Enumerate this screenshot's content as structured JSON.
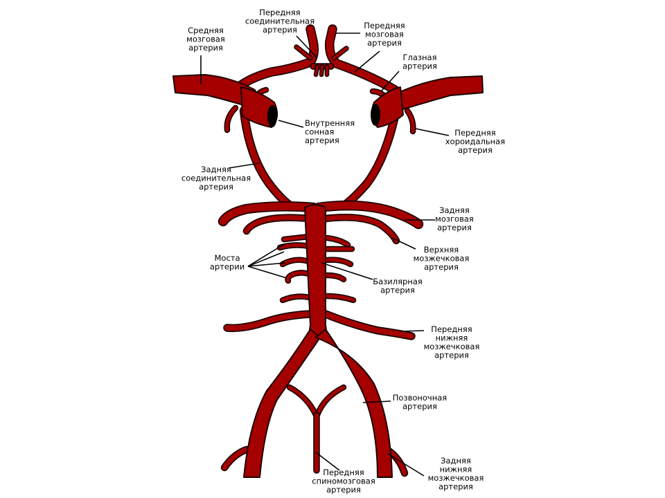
{
  "labels": {
    "anterior_communicating": [
      "Передняя",
      "соединительная",
      "артерия"
    ],
    "middle_cerebral": [
      "Средняя",
      "мозговая",
      "артерия"
    ],
    "anterior_cerebral": [
      "Передняя",
      "мозговая",
      "артерия"
    ],
    "ophthalmic": [
      "Глазная",
      "артерия"
    ],
    "internal_carotid": [
      "Внутренняя",
      "сонная",
      "артерия"
    ],
    "anterior_choroidal": [
      "Передняя",
      "хороидальная",
      "артерия"
    ],
    "posterior_communicating": [
      "Задняя",
      "соединительная",
      "артерия"
    ],
    "posterior_cerebral": [
      "Задняя",
      "мозговая",
      "артерия"
    ],
    "superior_cerebellar": [
      "Верхняя",
      "мозжечковая",
      "артерия"
    ],
    "pontine": [
      "Моста",
      "артерии"
    ],
    "basilar": [
      "Базилярная",
      "артерия"
    ],
    "anterior_inferior_cerebellar": [
      "Передняя",
      "нижняя",
      "мозжечковая",
      "артерия"
    ],
    "vertebral": [
      "Позвоночная",
      "артерия"
    ],
    "anterior_spinal": [
      "Передняя",
      "спиномозговая",
      "артерия"
    ],
    "posterior_inferior_cerebellar": [
      "Задняя",
      "нижняя",
      "мозжечковая",
      "артерия"
    ]
  }
}
